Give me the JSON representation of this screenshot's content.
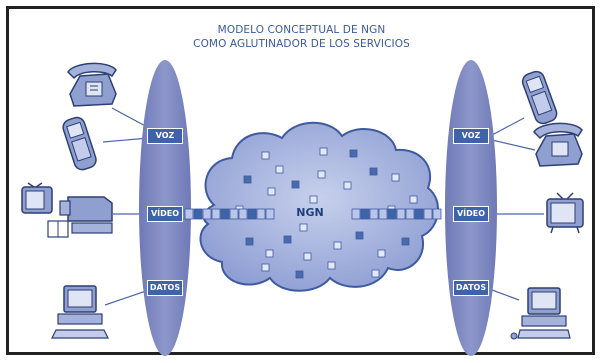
{
  "diagram": {
    "title_line1": "MODELO CONCEPTUAL DE NGN",
    "title_line2": "COMO AGLUTINADOR DE LOS SERVICIOS",
    "cloud_label": "NGN",
    "left_services": [
      "VOZ",
      "VÍDEO",
      "DATOS"
    ],
    "right_services": [
      "VOZ",
      "VÍDEO",
      "DATOS"
    ],
    "left_devices": [
      "desk-phone-icon",
      "mobile-phone-icon",
      "video-camera-tv-icon",
      "computer-icon"
    ],
    "right_devices": [
      "mobile-phone-icon",
      "desk-phone-icon",
      "tv-icon",
      "computer-icon"
    ],
    "colors": {
      "title": "#3a5a9c",
      "ellipse": "#7d88c0",
      "cloud": "#a9b6dd",
      "service_box": "#3e63a8",
      "packet": "#3e63a8",
      "device": "#8f9fcf"
    }
  }
}
